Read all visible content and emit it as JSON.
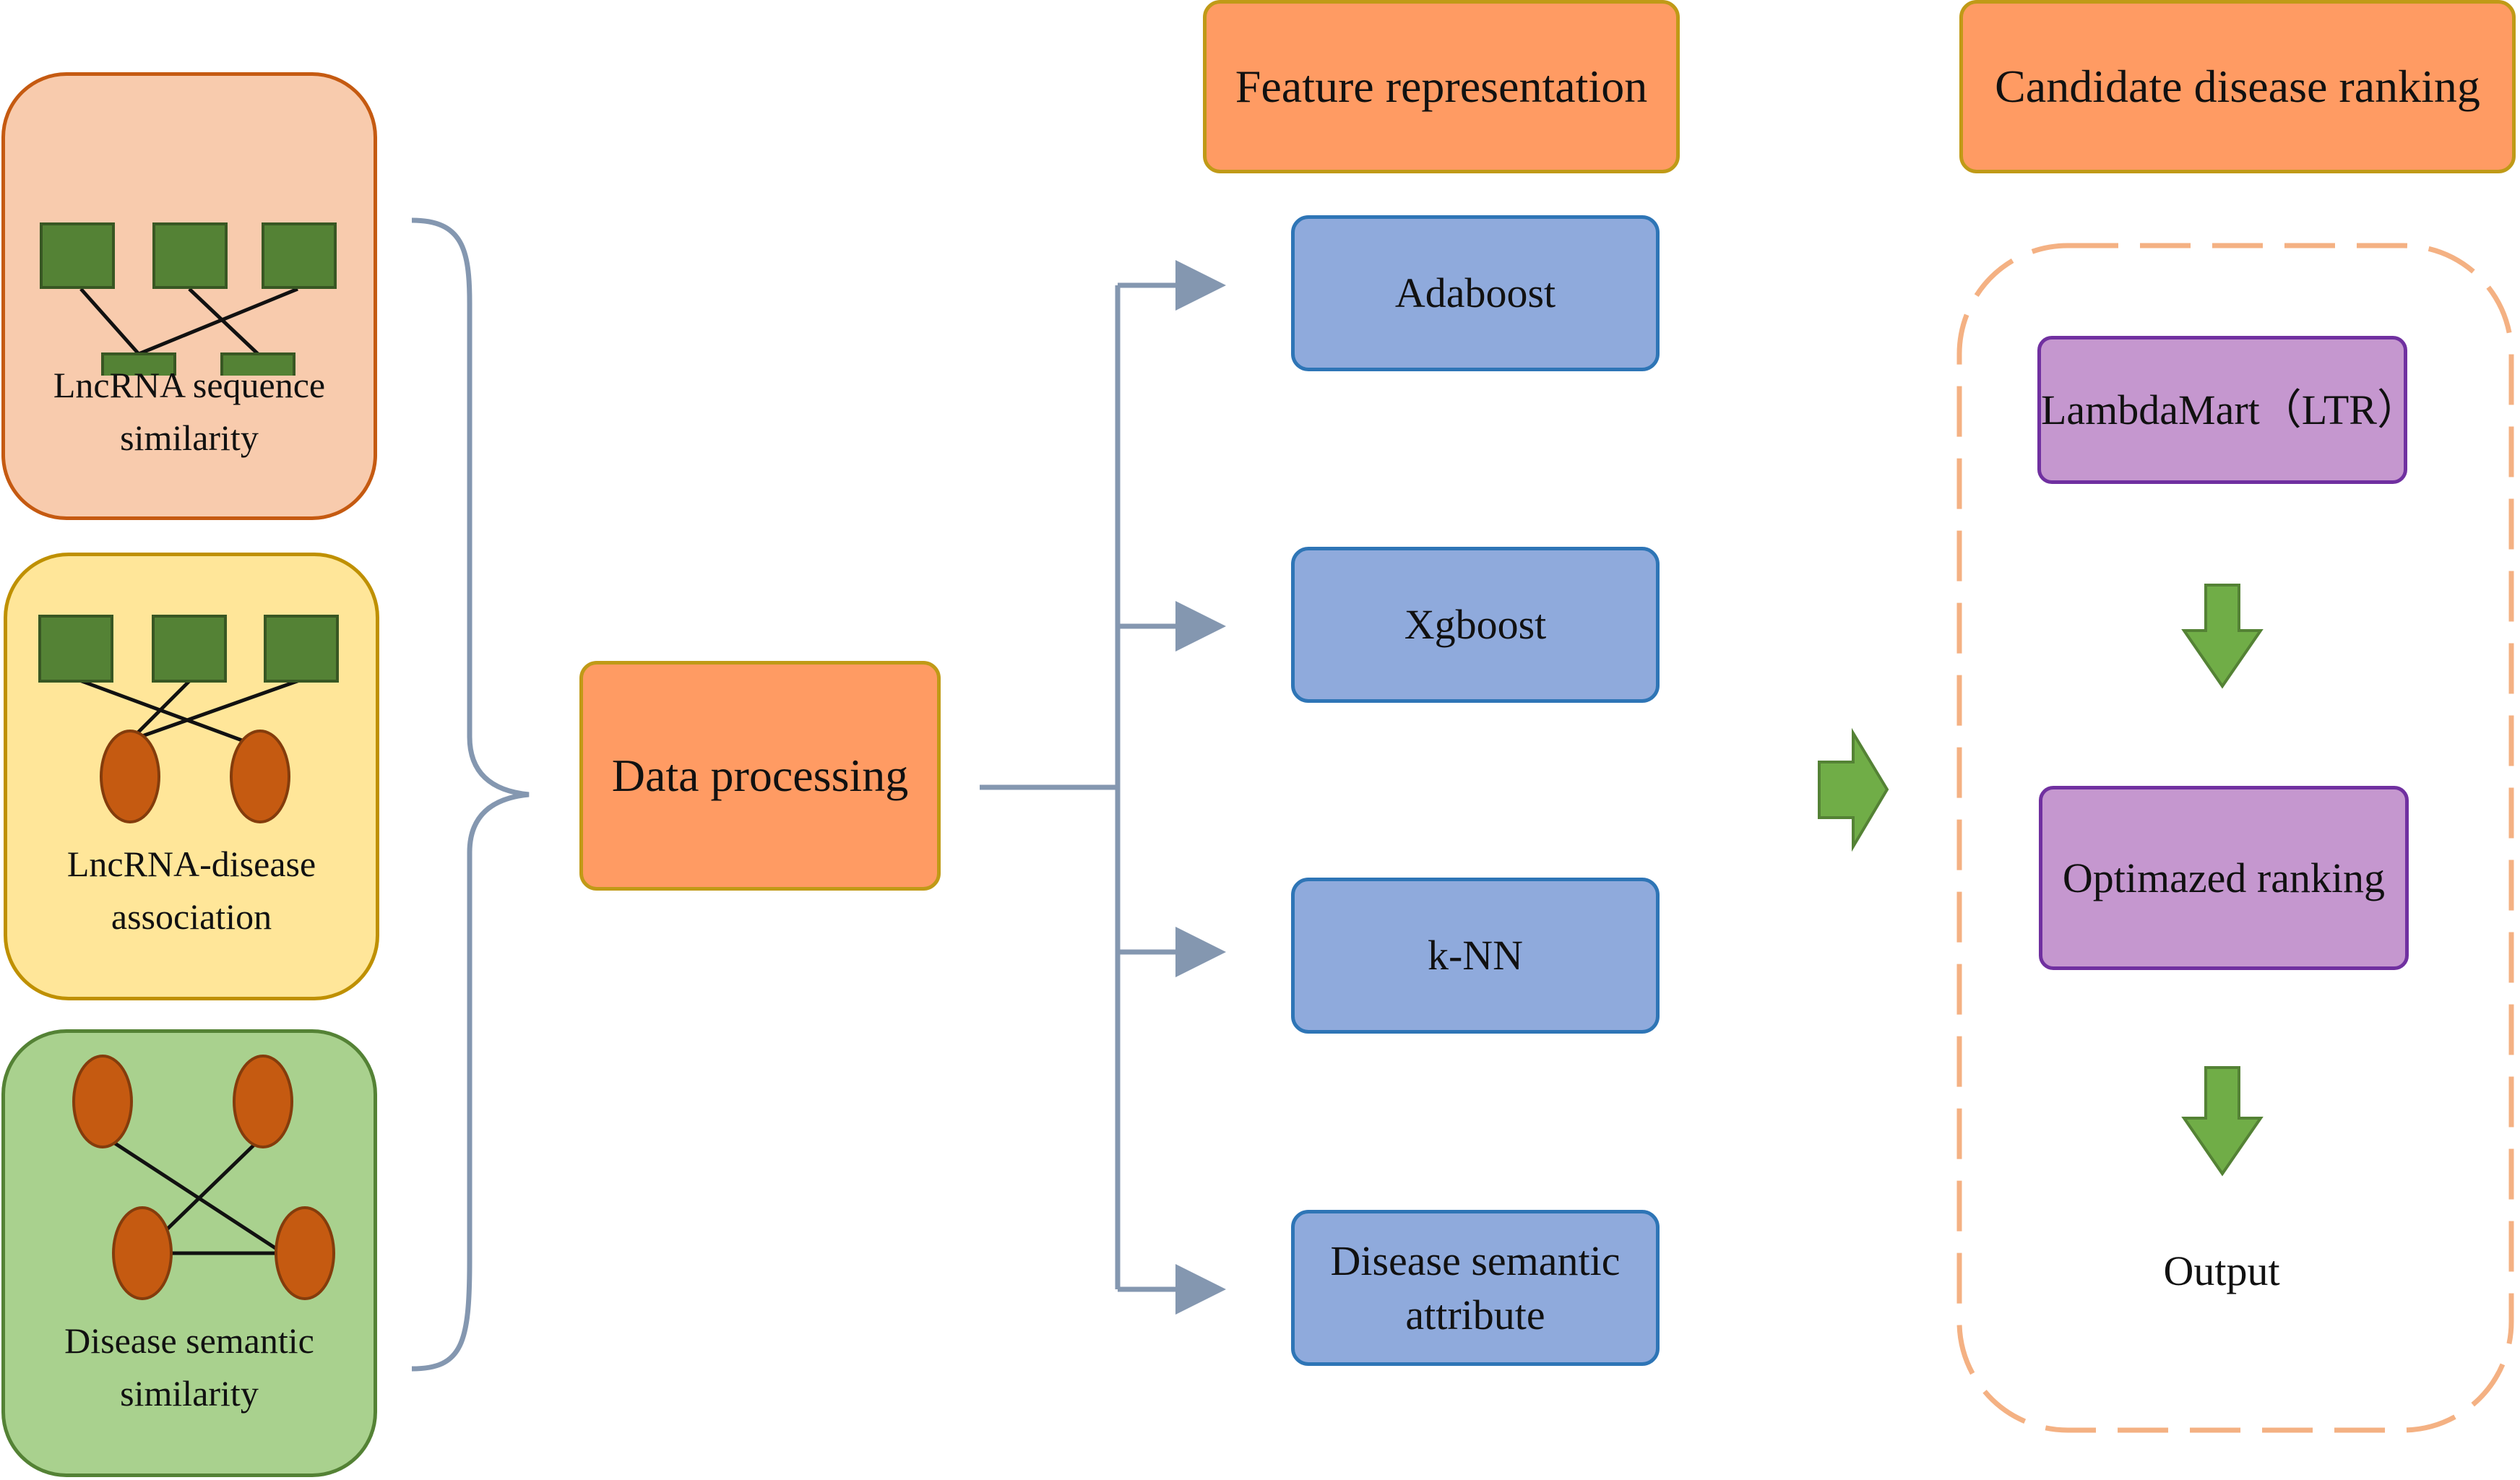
{
  "inputs": [
    {
      "label_line1": "LncRNA sequence",
      "label_line2": "similarity",
      "fill": "#f8cbad",
      "border": "#c55a11"
    },
    {
      "label_line1": "LncRNA-disease",
      "label_line2": "association",
      "fill": "#ffe699",
      "border": "#bf9000"
    },
    {
      "label_line1": "Disease semantic",
      "label_line2": "similarity",
      "fill": "#a9d18e",
      "border": "#548235"
    }
  ],
  "processing": {
    "label": "Data processing"
  },
  "feature_representation": {
    "header": "Feature representation",
    "methods": [
      "Adaboost",
      "Xgboost",
      "k-NN",
      "Disease semantic attribute"
    ]
  },
  "ranking": {
    "header": "Candidate disease ranking",
    "steps": [
      "LambdaMart（LTR）",
      "Optimazed ranking",
      "Output"
    ]
  },
  "colors": {
    "orange_fill": "#ff9b63",
    "orange_border": "#c09a17",
    "blue_fill": "#8faadc",
    "blue_border": "#2e75b6",
    "purple_fill": "#c597cf",
    "purple_border": "#7030a0",
    "green_node": "#548235",
    "disease_node": "#c55a11",
    "connector": "#8497b0",
    "arrow_green": "#70ad47",
    "dashed_frame": "#f4b183"
  },
  "icons": [
    "square-node-icon",
    "oval-node-icon",
    "down-arrow-icon",
    "right-arrow-icon",
    "brace-icon"
  ]
}
